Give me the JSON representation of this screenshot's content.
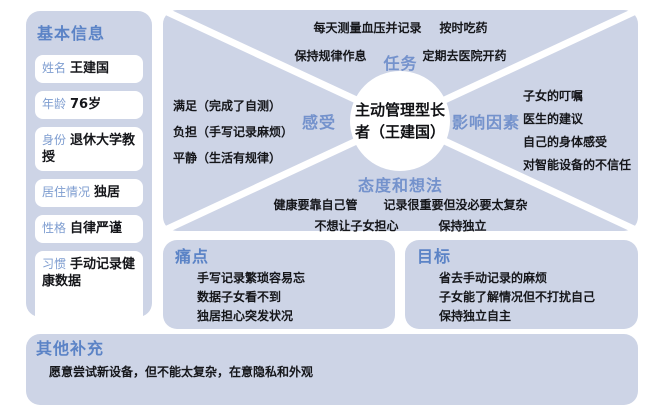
{
  "colors": {
    "panel_background": "#cdd4e6",
    "header_blue": "#5b83c6",
    "quadrant_label_blue": "#7492cc",
    "field_label_blue": "#7e9dd0",
    "text_dark": "#15161a",
    "card_white": "#ffffff"
  },
  "sidebar": {
    "title": "基本信息",
    "fields": [
      {
        "label": "姓名",
        "value": "王建国"
      },
      {
        "label": "年龄",
        "value": "76岁"
      },
      {
        "label": "身份",
        "value": "退休大学教授"
      },
      {
        "label": "居住情况",
        "value": "独居"
      },
      {
        "label": "性格",
        "value": "自律严谨"
      },
      {
        "label": "习惯",
        "value": "手动记录健康数据"
      }
    ]
  },
  "empathy_map": {
    "center": "主动管理型长者（王建国）",
    "tasks": {
      "label": "任务",
      "items": [
        "每天测量血压并记录",
        "按时吃药",
        "保持规律作息",
        "定期去医院开药"
      ]
    },
    "feelings": {
      "label": "感受",
      "items": [
        "满足（完成了自测）",
        "负担（手写记录麻烦）",
        "平静（生活有规律）"
      ]
    },
    "influences": {
      "label": "影响因素",
      "items": [
        "子女的叮嘱",
        "医生的建议",
        "自己的身体感受",
        "对智能设备的不信任"
      ]
    },
    "attitudes": {
      "label": "态度和想法",
      "items": [
        "健康要靠自己管",
        "记录很重要但没必要太复杂",
        "不想让子女担心",
        "保持独立"
      ]
    }
  },
  "pain_points": {
    "title": "痛点",
    "items": [
      "手写记录繁琐容易忘",
      "数据子女看不到",
      "独居担心突发状况"
    ]
  },
  "goals": {
    "title": "目标",
    "items": [
      "省去手动记录的麻烦",
      "子女能了解情况但不打扰自己",
      "保持独立自主"
    ]
  },
  "other_notes": {
    "title": "其他补充",
    "text": "愿意尝试新设备，但不能太复杂，在意隐私和外观"
  }
}
